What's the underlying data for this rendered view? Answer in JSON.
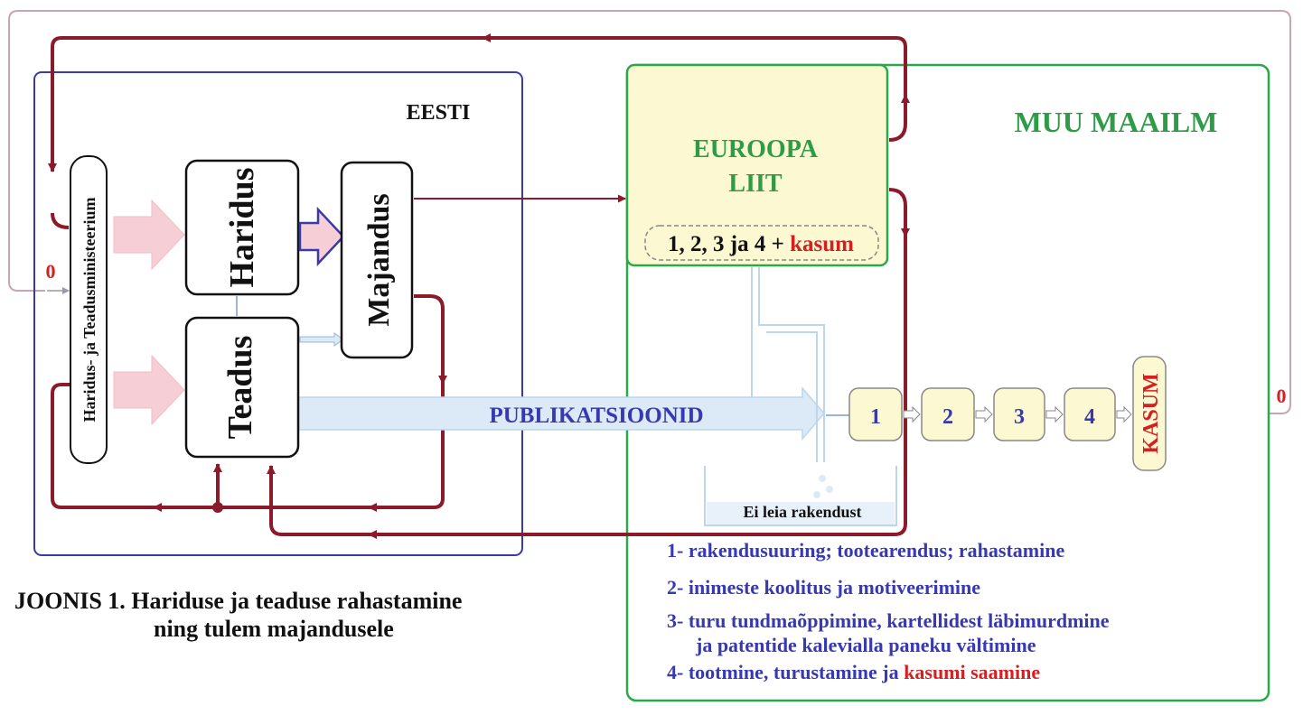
{
  "eesti_label": "EESTI",
  "muu_maailm_label": "MUU MAAILM",
  "eu_label_line1": "EUROOPA",
  "eu_label_line2": "LIIT",
  "eu_formula_prefix": "1, 2, 3 ja 4 + ",
  "eu_formula_profit": "kasum",
  "ministry_label": "Haridus- ja Teadusministeerium",
  "haridus_label": "Haridus",
  "teadus_label": "Teadus",
  "majandus_label": "Majandus",
  "publications_label": "PUBLIKATSIOONID",
  "no_application_label": "Ei leia rakendust",
  "zero_left": "0",
  "zero_right": "0",
  "steps": [
    "1",
    "2",
    "3",
    "4"
  ],
  "kasum_label": "KASUM",
  "legend": {
    "item1": "1- rakendusuuring; tootearendus; rahastamine",
    "item2": "2- inimeste koolitus ja motiveerimine",
    "item3_line1": "3- turu tundmaõppimine, kartellidest läbimurdmine",
    "item3_line2": "ja patentide kalevialla paneku vältimine",
    "item4_prefix": "4- tootmine, turustamine ja ",
    "item4_profit": "kasumi saamine"
  },
  "caption_line1": "JOONIS 1. Hariduse ja teaduse rahastamine",
  "caption_line2": "ning tulem majandusele",
  "colors": {
    "dark_red": "#8b1a2b",
    "blue_frame": "#3a3aa8",
    "green_frame": "#2aa84a",
    "green_text": "#2e9c46",
    "blue_text": "#3838b0",
    "red_text": "#d42020",
    "pink_arrow": "#f6cfd6",
    "light_blue": "#dbeaf6",
    "eu_fill": "#fcf8d2"
  }
}
